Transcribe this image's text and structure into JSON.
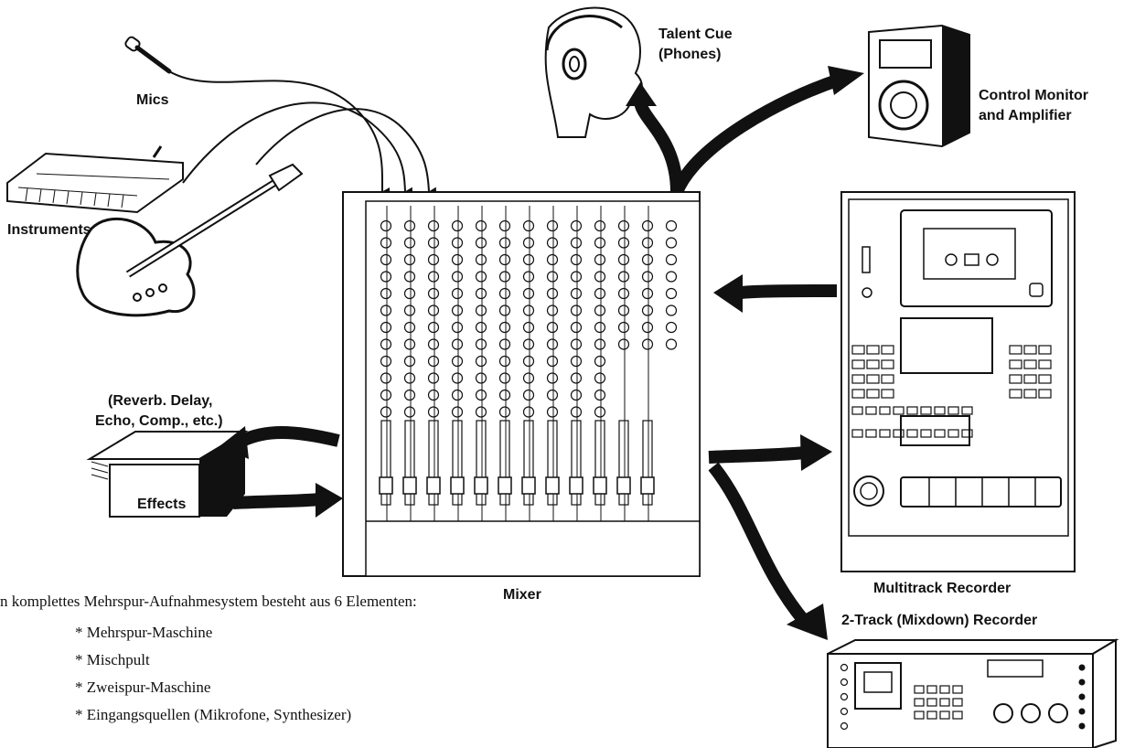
{
  "labels": {
    "mics": "Mics",
    "instruments": "Instruments",
    "talent_cue_line1": "Talent Cue",
    "talent_cue_line2": "(Phones)",
    "control_monitor_line1": "Control Monitor",
    "control_monitor_line2": "and Amplifier",
    "effects_note_line1": "(Reverb. Delay,",
    "effects_note_line2": "Echo, Comp., etc.)",
    "effects": "Effects",
    "mixer": "Mixer",
    "multitrack_recorder": "Multitrack Recorder",
    "two_track_recorder": "2-Track (Mixdown) Recorder"
  },
  "caption": {
    "title": "n komplettes Mehrspur-Aufnahmesystem besteht aus 6 Elementen:",
    "items": [
      "Mehrspur-Maschine",
      "Mischpult",
      "Zweispur-Maschine",
      "Eingangsquellen (Mikrofone, Synthesizer)"
    ]
  },
  "colors": {
    "ink": "#111111",
    "paper": "#ffffff"
  },
  "icons": [
    "microphone-icon",
    "keyboard-synth-icon",
    "bass-guitar-icon",
    "headphone-listener-icon",
    "speaker-icon",
    "effects-box-icon",
    "mixer-console-icon",
    "multitrack-recorder-icon",
    "two-track-recorder-icon"
  ]
}
